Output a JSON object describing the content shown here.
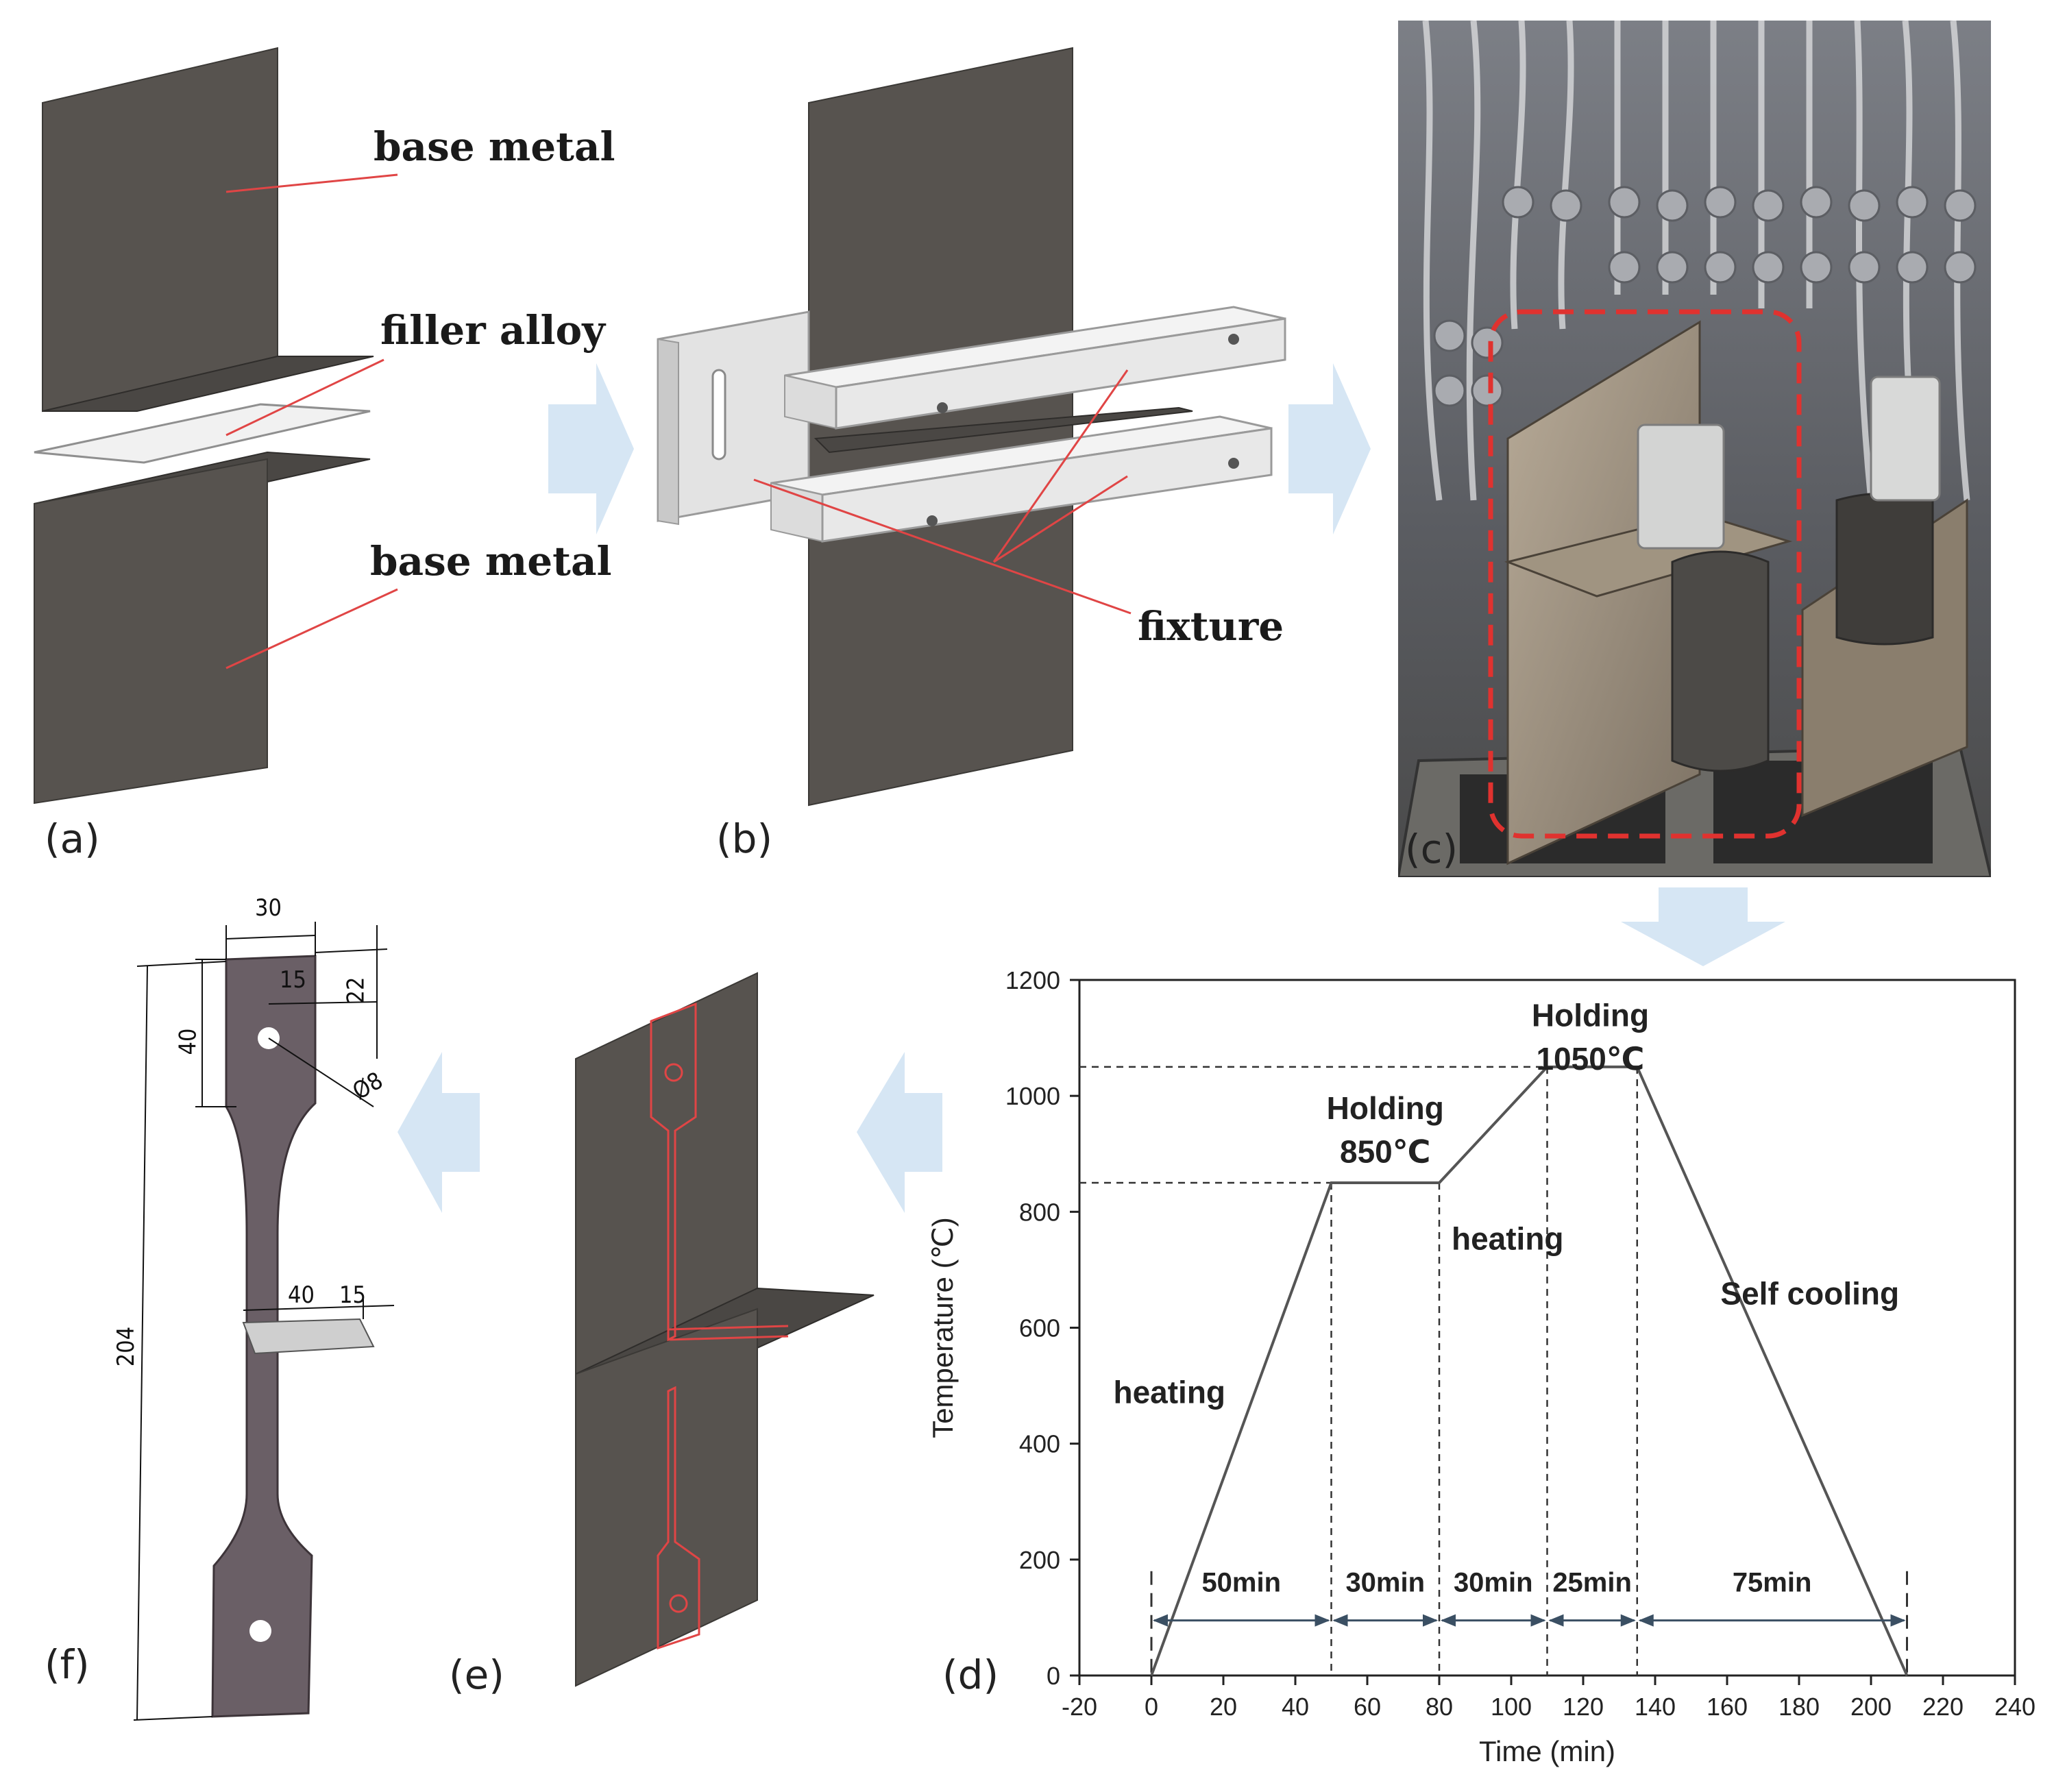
{
  "panels": {
    "a": {
      "label": "(a)",
      "callouts": {
        "base_metal_top": "base metal",
        "filler": "filler alloy",
        "base_metal_bottom": "base metal"
      }
    },
    "b": {
      "label": "(b)",
      "callouts": {
        "fixture": "fixture"
      }
    },
    "c": {
      "label": "(c)"
    },
    "d": {
      "label": "(d)"
    },
    "e": {
      "label": "(e)"
    },
    "f": {
      "label": "(f)",
      "dimensions": {
        "width": "30",
        "hole_x": "15",
        "hole_y": "22",
        "grip_len": "40",
        "hole_dia": "Ø8",
        "total_len": "204",
        "joint_w": "40",
        "joint_t": "15"
      }
    }
  },
  "colors": {
    "arrow": "#d6e6f4",
    "plate": "#57534f",
    "red_line": "#e04545",
    "specimen": "#6a5f66"
  },
  "chart_data": {
    "type": "line",
    "title": "",
    "xlabel": "Time (min)",
    "ylabel": "Temperature (℃)",
    "xlim": [
      -20,
      240
    ],
    "ylim": [
      0,
      1200
    ],
    "xticks": [
      -20,
      0,
      20,
      40,
      60,
      80,
      100,
      120,
      140,
      160,
      180,
      200,
      220,
      240
    ],
    "yticks": [
      0,
      200,
      400,
      600,
      800,
      1000,
      1200
    ],
    "grid": false,
    "series": [
      {
        "x": [
          0,
          50,
          80,
          110,
          135,
          210
        ],
        "y": [
          0,
          850,
          850,
          1050,
          1050,
          0
        ]
      }
    ],
    "reference_lines": {
      "horizontal": [
        850,
        1050
      ],
      "vertical": [
        50,
        80,
        110,
        135
      ]
    },
    "segments": [
      {
        "from": 0,
        "to": 50,
        "label": "50min"
      },
      {
        "from": 50,
        "to": 80,
        "label": "30min"
      },
      {
        "from": 80,
        "to": 110,
        "label": "30min"
      },
      {
        "from": 110,
        "to": 135,
        "label": "25min"
      },
      {
        "from": 135,
        "to": 210,
        "label": "75min"
      }
    ],
    "annotations": {
      "heating1": "heating",
      "holding1_title": "Holding",
      "holding1_temp": "850℃",
      "heating2": "heating",
      "holding2_title": "Holding",
      "holding2_temp": "1050℃",
      "cooling": "Self cooling"
    }
  }
}
